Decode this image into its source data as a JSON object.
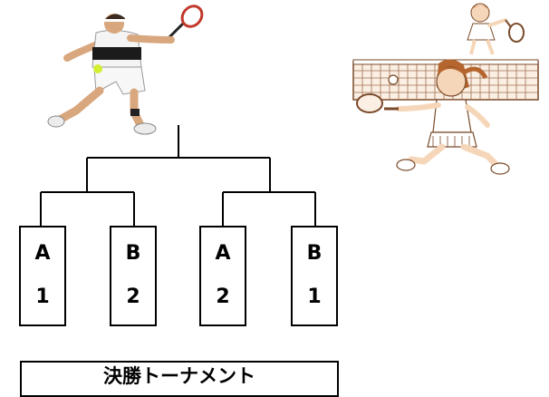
{
  "bracket": {
    "boxes": [
      {
        "letter": "A",
        "number": "1"
      },
      {
        "letter": "B",
        "number": "2"
      },
      {
        "letter": "A",
        "number": "2"
      },
      {
        "letter": "B",
        "number": "1"
      }
    ]
  },
  "title": "決勝トーナメント",
  "illustrations": [
    "male-tennis-player-photo",
    "girl-tennis-players-illustration"
  ]
}
